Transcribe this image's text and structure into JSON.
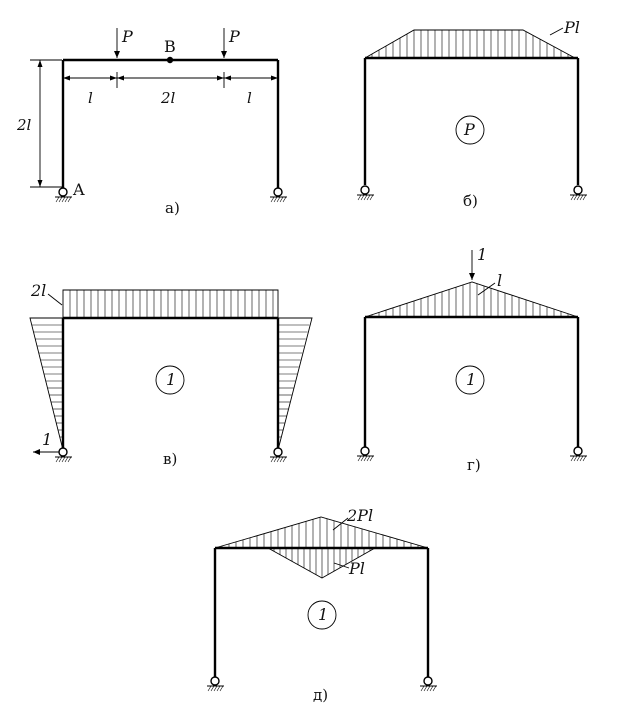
{
  "panels": {
    "a": {
      "caption": "а)",
      "point_A": "A",
      "point_B": "B",
      "load_left": "P",
      "load_right": "P",
      "dim_left": "l",
      "dim_mid": "2l",
      "dim_right": "l",
      "dim_height": "2l"
    },
    "b": {
      "caption": "б)",
      "value": "Pl",
      "state": "P"
    },
    "v": {
      "caption": "в)",
      "value": "2l",
      "state": "1",
      "unit_force": "1"
    },
    "g": {
      "caption": "г)",
      "value": "l",
      "state": "1",
      "unit_force": "1"
    },
    "d": {
      "caption": "д)",
      "value_top": "2Pl",
      "value_bottom": "Pl",
      "state": "1"
    }
  }
}
